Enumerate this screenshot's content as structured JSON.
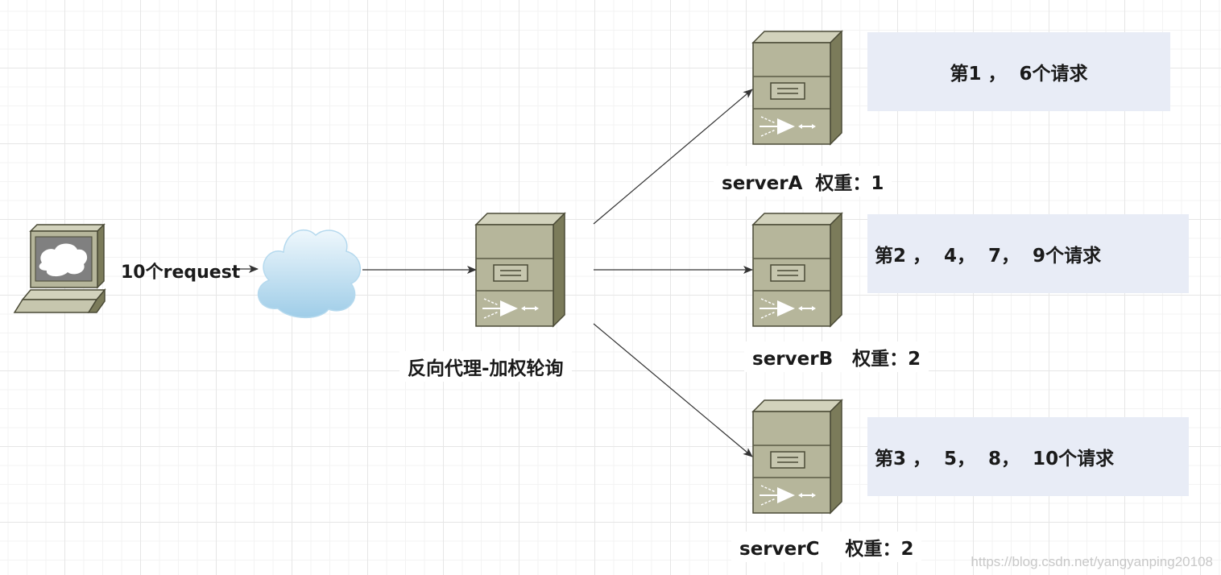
{
  "client": {
    "icon": "computer-terminal-icon"
  },
  "request_label": "10个request",
  "cloud": {
    "icon": "cloud-icon"
  },
  "proxy": {
    "icon": "server-icon",
    "label": "反向代理-加权轮询"
  },
  "servers": [
    {
      "label": "serverA  权重：1",
      "note": "第1 ，  6个请求"
    },
    {
      "label": "serverB   权重：2",
      "note": "第2 ，  4，  7，  9个请求"
    },
    {
      "label": "serverC    权重：2",
      "note": "第3 ，  5，  8，  10个请求"
    }
  ],
  "watermark": "https://blog.csdn.net/yangyanping20108",
  "colors": {
    "server_front": "#b8b89c",
    "server_side": "#7a7a58",
    "server_top": "#cfcfb8",
    "note_bg": "#e8ecf6",
    "cloud": "#a9d4ec"
  }
}
